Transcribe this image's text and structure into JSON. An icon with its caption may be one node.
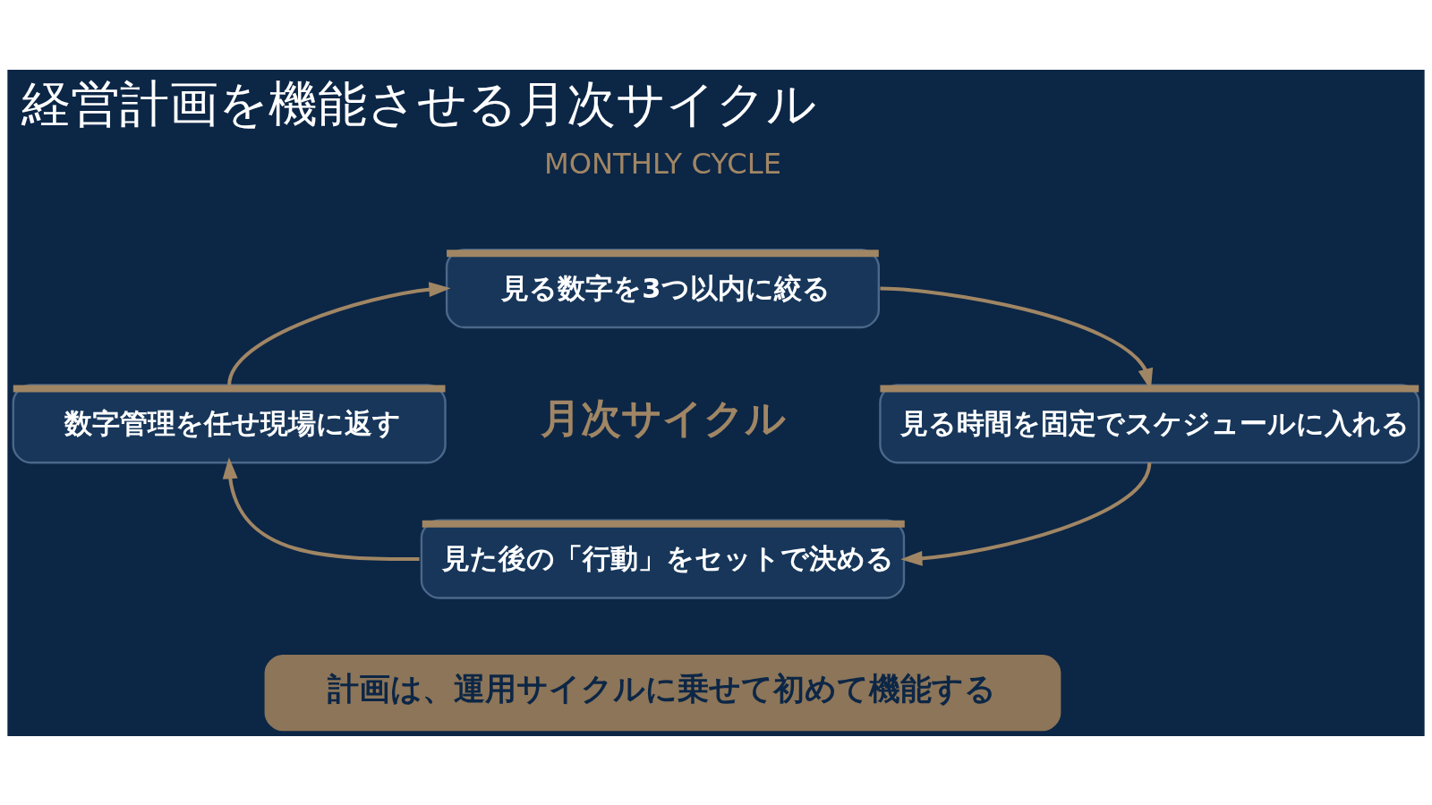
{
  "diagram": {
    "title": "経営計画を機能させる月次サイクル",
    "nodes": [
      {
        "text": [
          "見る数字を3つ以内に絞る"
        ]
      },
      {
        "text": [
          "見る時間を固定でスケジュールに入れる"
        ]
      },
      {
        "text": [
          "見た後の「行動」をセットで決める"
        ]
      },
      {
        "text": [
          "数字管理を任せ現場に返す"
        ]
      },
      {
        "text": [
          "計画は、運用サイクルに乗せて初めて機能する"
        ]
      }
    ],
    "edges": [
      {
        "from": 0,
        "to": 1,
        "arrow": "to"
      },
      {
        "from": 1,
        "to": 2,
        "arrow": "to"
      },
      {
        "from": 2,
        "to": 3,
        "arrow": "to"
      },
      {
        "from": 3,
        "to": 0,
        "arrow": "to"
      }
    ],
    "labels": [
      "MONTHLY CYCLE",
      "月次サイクル"
    ]
  }
}
